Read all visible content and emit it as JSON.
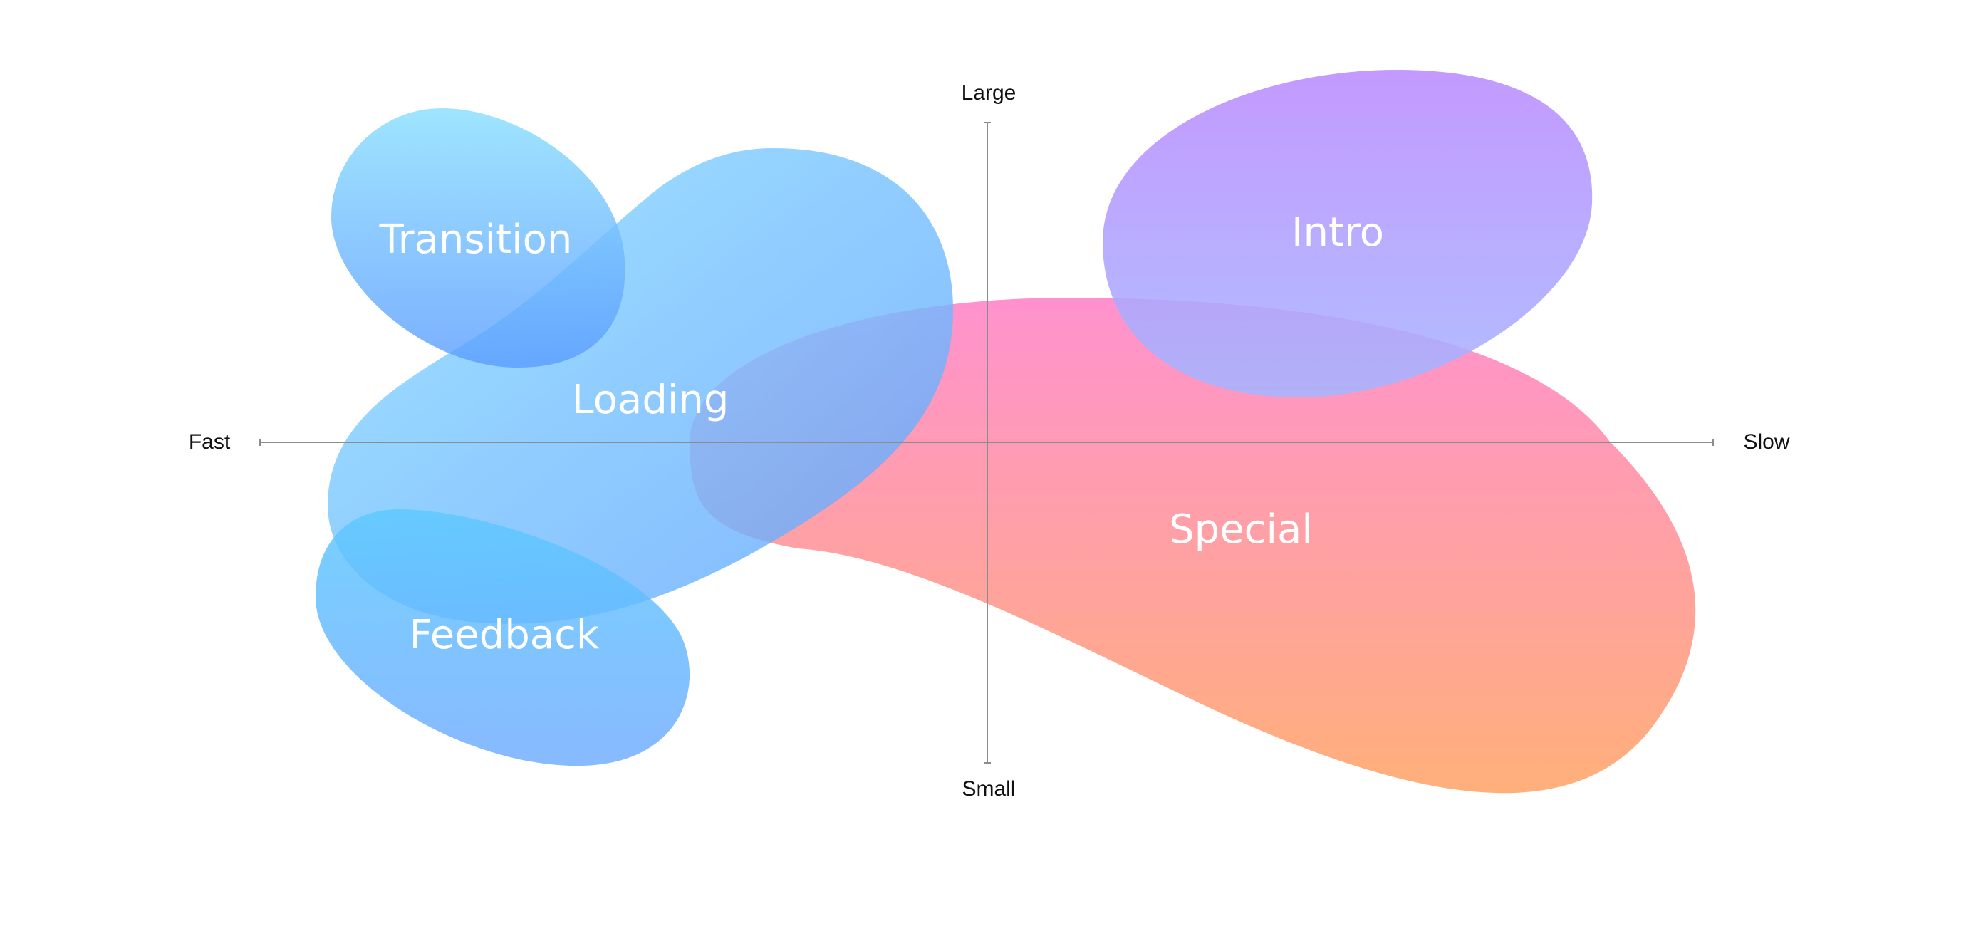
{
  "axes": {
    "x_left_label": "Fast",
    "x_right_label": "Slow",
    "y_top_label": "Large",
    "y_bottom_label": "Small"
  },
  "regions": {
    "transition": "Transition",
    "loading": "Loading",
    "feedback": "Feedback",
    "intro": "Intro",
    "special": "Special"
  },
  "colors": {
    "light_blue": "#9ee6ff",
    "blue": "#5aa0ff",
    "cyan": "#5ec9ff",
    "purple": "#bb8cff",
    "periwinkle": "#a6b5ff",
    "pink": "#ff8ccc",
    "orange": "#ffab73",
    "axis": "#8c8c8c"
  }
}
